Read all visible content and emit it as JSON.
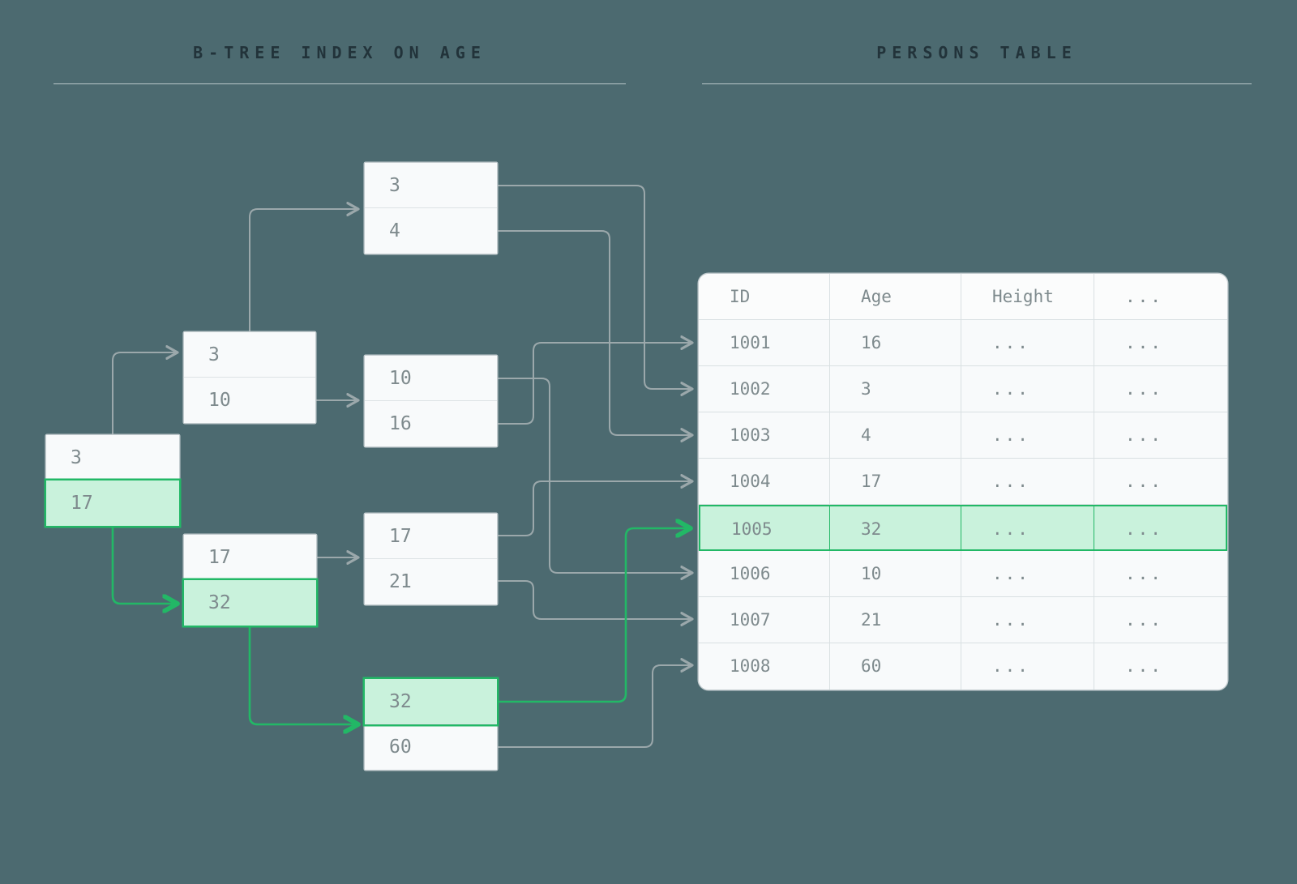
{
  "headings": {
    "index": "B-TREE INDEX ON AGE",
    "table": "PERSONS TABLE"
  },
  "colors": {
    "background": "#4c6a70",
    "node_fill": "#f8fafb",
    "node_border": "#c3cccf",
    "text": "#7e8a8d",
    "heading_text": "#22333a",
    "highlight_fill": "#c9f2dc",
    "highlight_border": "#22b866",
    "edge": "#9ba8ab",
    "edge_highlight": "#22b866"
  },
  "btree": {
    "nodes": [
      {
        "id": "root",
        "level": "root",
        "cells": [
          {
            "value": "3",
            "highlighted": false
          },
          {
            "value": "17",
            "highlighted": true
          }
        ]
      },
      {
        "id": "internal-1",
        "level": "internal",
        "cells": [
          {
            "value": "3",
            "highlighted": false
          },
          {
            "value": "10",
            "highlighted": false
          }
        ]
      },
      {
        "id": "internal-2",
        "level": "internal",
        "cells": [
          {
            "value": "17",
            "highlighted": false
          },
          {
            "value": "32",
            "highlighted": true
          }
        ]
      },
      {
        "id": "leaf-1",
        "level": "leaf",
        "cells": [
          {
            "value": "3",
            "highlighted": false
          },
          {
            "value": "4",
            "highlighted": false
          }
        ]
      },
      {
        "id": "leaf-2",
        "level": "leaf",
        "cells": [
          {
            "value": "10",
            "highlighted": false
          },
          {
            "value": "16",
            "highlighted": false
          }
        ]
      },
      {
        "id": "leaf-3",
        "level": "leaf",
        "cells": [
          {
            "value": "17",
            "highlighted": false
          },
          {
            "value": "21",
            "highlighted": false
          }
        ]
      },
      {
        "id": "leaf-4",
        "level": "leaf",
        "cells": [
          {
            "value": "32",
            "highlighted": true
          },
          {
            "value": "60",
            "highlighted": false
          }
        ]
      }
    ]
  },
  "persons_table": {
    "columns": [
      "ID",
      "Age",
      "Height",
      "..."
    ],
    "rows": [
      {
        "id": "1001",
        "age": "16",
        "height": "...",
        "more": "...",
        "highlighted": false
      },
      {
        "id": "1002",
        "age": "3",
        "height": "...",
        "more": "...",
        "highlighted": false
      },
      {
        "id": "1003",
        "age": "4",
        "height": "...",
        "more": "...",
        "highlighted": false
      },
      {
        "id": "1004",
        "age": "17",
        "height": "...",
        "more": "...",
        "highlighted": false
      },
      {
        "id": "1005",
        "age": "32",
        "height": "...",
        "more": "...",
        "highlighted": true
      },
      {
        "id": "1006",
        "age": "10",
        "height": "...",
        "more": "...",
        "highlighted": false
      },
      {
        "id": "1007",
        "age": "21",
        "height": "...",
        "more": "...",
        "highlighted": false
      },
      {
        "id": "1008",
        "age": "60",
        "height": "...",
        "more": "...",
        "highlighted": false
      }
    ]
  }
}
